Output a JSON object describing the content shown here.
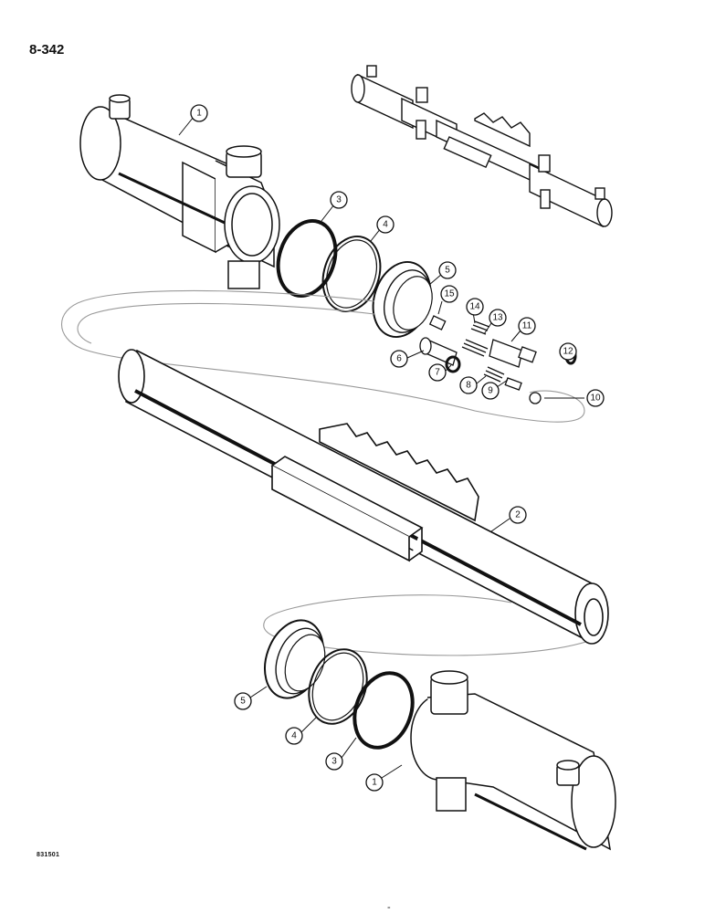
{
  "page": {
    "page_number": "8-342",
    "drawing_code": "831501",
    "footer_mark": "-"
  },
  "callouts": [
    {
      "label": "1"
    },
    {
      "label": "3"
    },
    {
      "label": "4"
    },
    {
      "label": "5"
    },
    {
      "label": "15"
    },
    {
      "label": "14"
    },
    {
      "label": "13"
    },
    {
      "label": "11"
    },
    {
      "label": "12"
    },
    {
      "label": "6"
    },
    {
      "label": "7"
    },
    {
      "label": "8"
    },
    {
      "label": "9"
    },
    {
      "label": "10"
    },
    {
      "label": "2"
    },
    {
      "label": "5"
    },
    {
      "label": "4"
    },
    {
      "label": "3"
    },
    {
      "label": "1"
    }
  ]
}
